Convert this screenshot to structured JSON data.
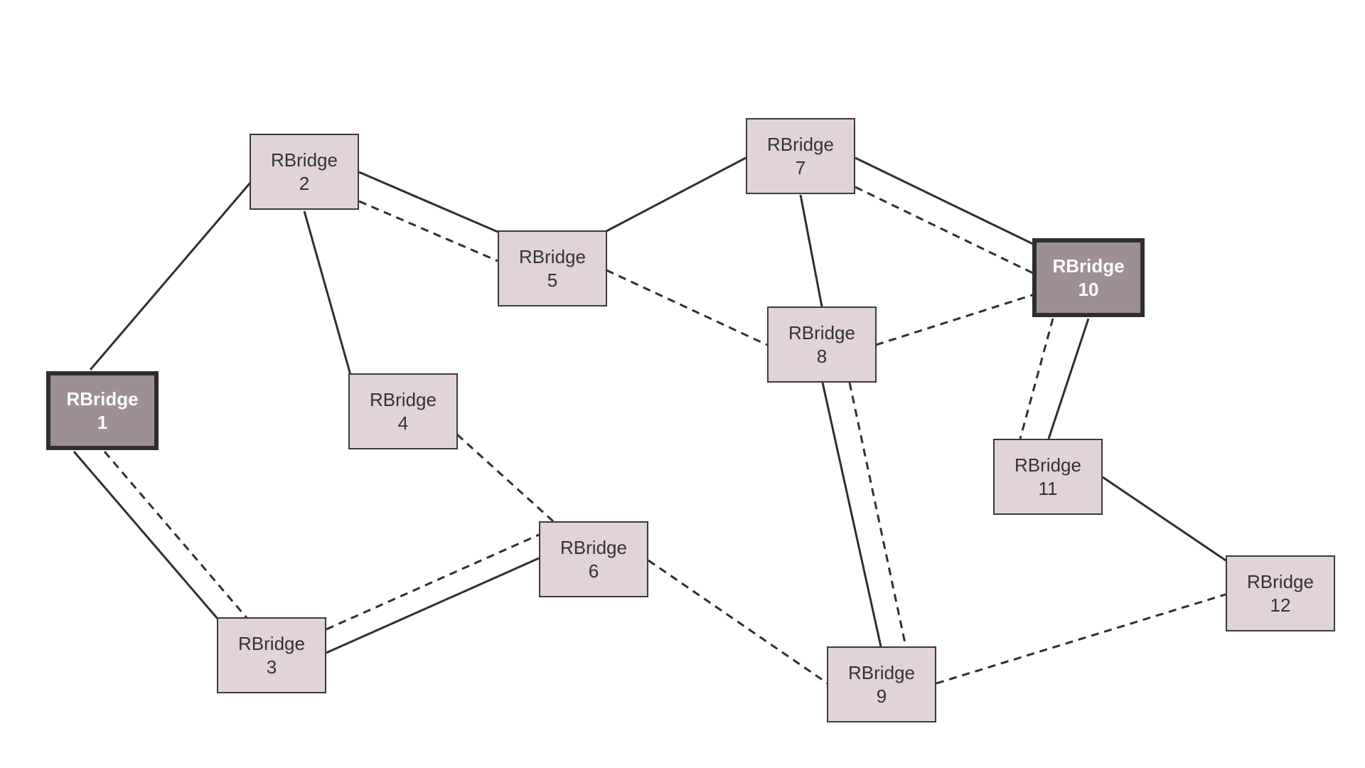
{
  "nodes": [
    {
      "id": "1",
      "name": "RBridge",
      "number": "1",
      "root": true
    },
    {
      "id": "2",
      "name": "RBridge",
      "number": "2",
      "root": false
    },
    {
      "id": "3",
      "name": "RBridge",
      "number": "3",
      "root": false
    },
    {
      "id": "4",
      "name": "RBridge",
      "number": "4",
      "root": false
    },
    {
      "id": "5",
      "name": "RBridge",
      "number": "5",
      "root": false
    },
    {
      "id": "6",
      "name": "RBridge",
      "number": "6",
      "root": false
    },
    {
      "id": "7",
      "name": "RBridge",
      "number": "7",
      "root": false
    },
    {
      "id": "8",
      "name": "RBridge",
      "number": "8",
      "root": false
    },
    {
      "id": "9",
      "name": "RBridge",
      "number": "9",
      "root": false
    },
    {
      "id": "10",
      "name": "RBridge",
      "number": "10",
      "root": true
    },
    {
      "id": "11",
      "name": "RBridge",
      "number": "11",
      "root": false
    },
    {
      "id": "12",
      "name": "RBridge",
      "number": "12",
      "root": false
    }
  ],
  "links": [
    {
      "from": "1",
      "to": "2",
      "style": "solid"
    },
    {
      "from": "1",
      "to": "3",
      "style": "solid"
    },
    {
      "from": "1",
      "to": "3",
      "style": "dashed"
    },
    {
      "from": "2",
      "to": "4",
      "style": "solid"
    },
    {
      "from": "2",
      "to": "5",
      "style": "solid"
    },
    {
      "from": "2",
      "to": "5",
      "style": "dashed"
    },
    {
      "from": "3",
      "to": "6",
      "style": "solid"
    },
    {
      "from": "3",
      "to": "6",
      "style": "dashed"
    },
    {
      "from": "4",
      "to": "6",
      "style": "dashed"
    },
    {
      "from": "5",
      "to": "7",
      "style": "solid"
    },
    {
      "from": "5",
      "to": "8",
      "style": "dashed"
    },
    {
      "from": "6",
      "to": "9",
      "style": "dashed"
    },
    {
      "from": "7",
      "to": "8",
      "style": "solid"
    },
    {
      "from": "7",
      "to": "10",
      "style": "solid"
    },
    {
      "from": "7",
      "to": "10",
      "style": "dashed"
    },
    {
      "from": "8",
      "to": "9",
      "style": "solid"
    },
    {
      "from": "8",
      "to": "9",
      "style": "dashed"
    },
    {
      "from": "8",
      "to": "10",
      "style": "dashed"
    },
    {
      "from": "10",
      "to": "11",
      "style": "solid"
    },
    {
      "from": "10",
      "to": "11",
      "style": "dashed"
    },
    {
      "from": "11",
      "to": "12",
      "style": "solid"
    },
    {
      "from": "9",
      "to": "12",
      "style": "dashed"
    }
  ],
  "colors": {
    "node_fill": "#e2d3d9",
    "root_fill": "#9d8f95",
    "line": "#2f2f2f"
  }
}
